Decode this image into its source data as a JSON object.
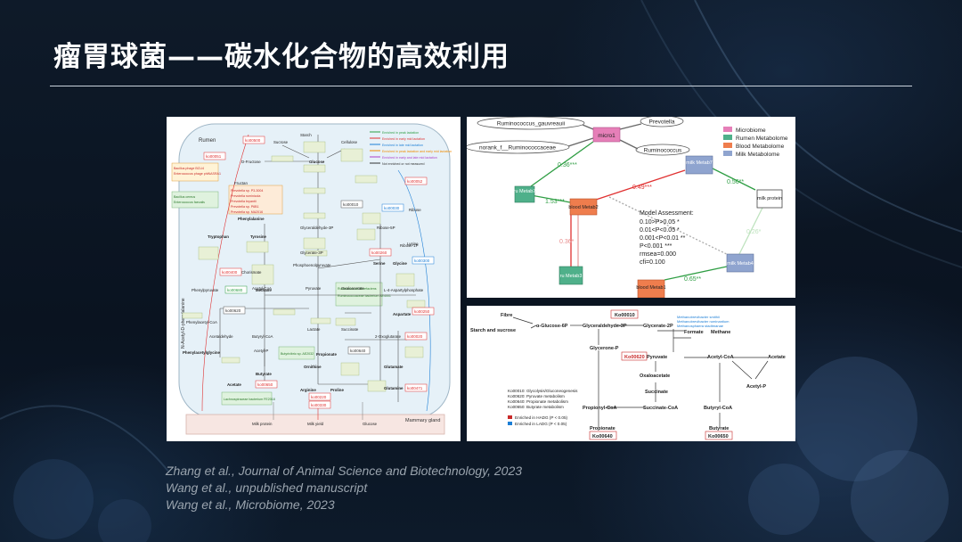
{
  "slide": {
    "title": "瘤胃球菌——碳水化合物的高效利用",
    "citations": [
      "Zhang et al., Journal of Animal Science and Biotechnology, 2023",
      "Wang et al., unpublished manuscript",
      "Wang et al., Microbiome, 2023"
    ]
  },
  "figure1": {
    "regions": {
      "rumen": "Rumen",
      "gland": "Mammary gland"
    },
    "legend": [
      {
        "label": "Enriched in peak lactation",
        "color": "#2f9e44"
      },
      {
        "label": "Enriched in early mid lactation",
        "color": "#e03131"
      },
      {
        "label": "Enriched in late mid lactation",
        "color": "#1c7ed6"
      },
      {
        "label": "Enriched in peak lactation and early mid lactation",
        "color": "#f08c00"
      },
      {
        "label": "Enriched in early and late mid lactation",
        "color": "#ae3ec9"
      },
      {
        "label": "Not enriched or not measured",
        "color": "#333333"
      }
    ],
    "pathways": [
      "ko00500",
      "ko00051",
      "ko00052",
      "ko00010",
      "ko00030",
      "ko00260",
      "ko00300",
      "ko00400",
      "ko00680",
      "ko00620",
      "ko00250",
      "ko00020",
      "ko00640",
      "ko00650",
      "ko00220",
      "ko00330",
      "ko00471"
    ],
    "metabolites": [
      "Starch",
      "Cellulose",
      "Sucrose",
      "D-Fructose",
      "Glucose",
      "Fructan",
      "Phenylalanine",
      "Tryptophan",
      "Tyrosine",
      "Chorismate",
      "Glyceraldehyde-3P",
      "Glycerate-3P",
      "Serine",
      "Glycine",
      "Lysine",
      "Pyruvate",
      "Acetyl-CoA",
      "Oxaloacetate",
      "Aspartate",
      "Lactate",
      "Succinate",
      "2-Oxoglutarate",
      "Propionate",
      "Butyrate",
      "Acetate",
      "Methane",
      "Ornithine",
      "Arginine",
      "Proline",
      "Glutamate",
      "Glutamine",
      "Ribose",
      "Ribose-5P",
      "Ribose-1P",
      "L-4-Aspartylphosphate",
      "Phenylpyruvate",
      "Phenylacetyl-CoA",
      "Acetaldehyde",
      "Butyryl-CoA",
      "Acetyl-P",
      "Phenylacetylglycine",
      "Phosphoenolpyruvate",
      "Milk protein",
      "Milk yield",
      "Glucose"
    ],
    "taxa": [
      "Bacillus phage BCU4",
      "Enterococcus phage phiNASRA1",
      "Bacillus cereus",
      "Enterococcus faecalis",
      "Prevotella sp. P3-3004",
      "Prevotella ruminicola",
      "Prevotella bryantii",
      "Prevotella sp. P6B1",
      "Prevotella sp. MA2016",
      "Ruminococcus flavefaciens",
      "Ruminococcaceae bacterium AE4001",
      "Butyrivibrio sp. AE2032",
      "Lachnospiraceae bacterium FE2018"
    ],
    "side_label": "N-Acetyl-D-phenylalanine"
  },
  "figure2": {
    "legend": [
      {
        "label": "Microbiome",
        "color": "#e67fb8"
      },
      {
        "label": "Rumen Metabolome",
        "color": "#4fb08a"
      },
      {
        "label": "Blood Metabolome",
        "color": "#ef7d4d"
      },
      {
        "label": "Milk Metabolome",
        "color": "#8fa4cf"
      }
    ],
    "taxa": [
      "Ruminococcus_gauvreauii",
      "Prevotella",
      "Ruminococcus",
      "norank_f__Ruminococcaceae"
    ],
    "nodes": {
      "micro": "micro1",
      "ru_metab7": "ru Metab7",
      "blood_metab2": "blood Metab2",
      "ru_metab3": "ru Metab3",
      "milk_metab7": "milk Metab7",
      "milk_protein": "milk protein",
      "milk_metab4": "milk Metab4",
      "blood_metab1": "blood Metab1"
    },
    "coefficients": [
      "0.36***",
      "1.53***",
      "0.49***",
      "0.56**",
      "0.36*",
      "0.26*",
      "0.65**"
    ],
    "assessment": {
      "title": "Model Assessment:",
      "lines": [
        "0.10>P>0.05 *",
        "0.01<P<0.05 *",
        "0.001<P<0.01 **",
        "P<0.001 ***",
        "rmsea=0.000",
        "cfi=0.100"
      ]
    }
  },
  "figure3": {
    "substrates": [
      "Fibre",
      "Starch and sucrose"
    ],
    "metabolites": [
      "α-Glucose-6P",
      "Glyceraldehyde-3P",
      "Glycerate-2P",
      "Formate",
      "Methane",
      "Glycerone-P",
      "Pyruvate",
      "Acetyl-CoA",
      "Acetate",
      "Acetyl-P",
      "Oxaloacetate",
      "Succinate",
      "Succinate-CoA",
      "Propionyl-CoA",
      "Butyryl-CoA",
      "Propionate",
      "Butyrate"
    ],
    "kos": [
      "Ko00010",
      "Ko00620",
      "Ko00640",
      "Ko00650"
    ],
    "methanogens": [
      "Methanobrevibacter smithii",
      "Methanobrevibacter ruminantium",
      "Methanosphaera stadtmanae"
    ],
    "ko_legend": [
      "Ko00010: Glycolysis/Gluconeogenesis",
      "Ko00620: Pyruvate metabolism",
      "Ko00640: Propionate metabolism",
      "Ko00650: Butyrate metabolism"
    ],
    "enrich_legend": [
      {
        "label": "Enriched in HADG (P < 0.05)",
        "color": "#c92a2a"
      },
      {
        "label": "Enriched in LADG (P < 0.05)",
        "color": "#1c7ed6"
      }
    ]
  }
}
